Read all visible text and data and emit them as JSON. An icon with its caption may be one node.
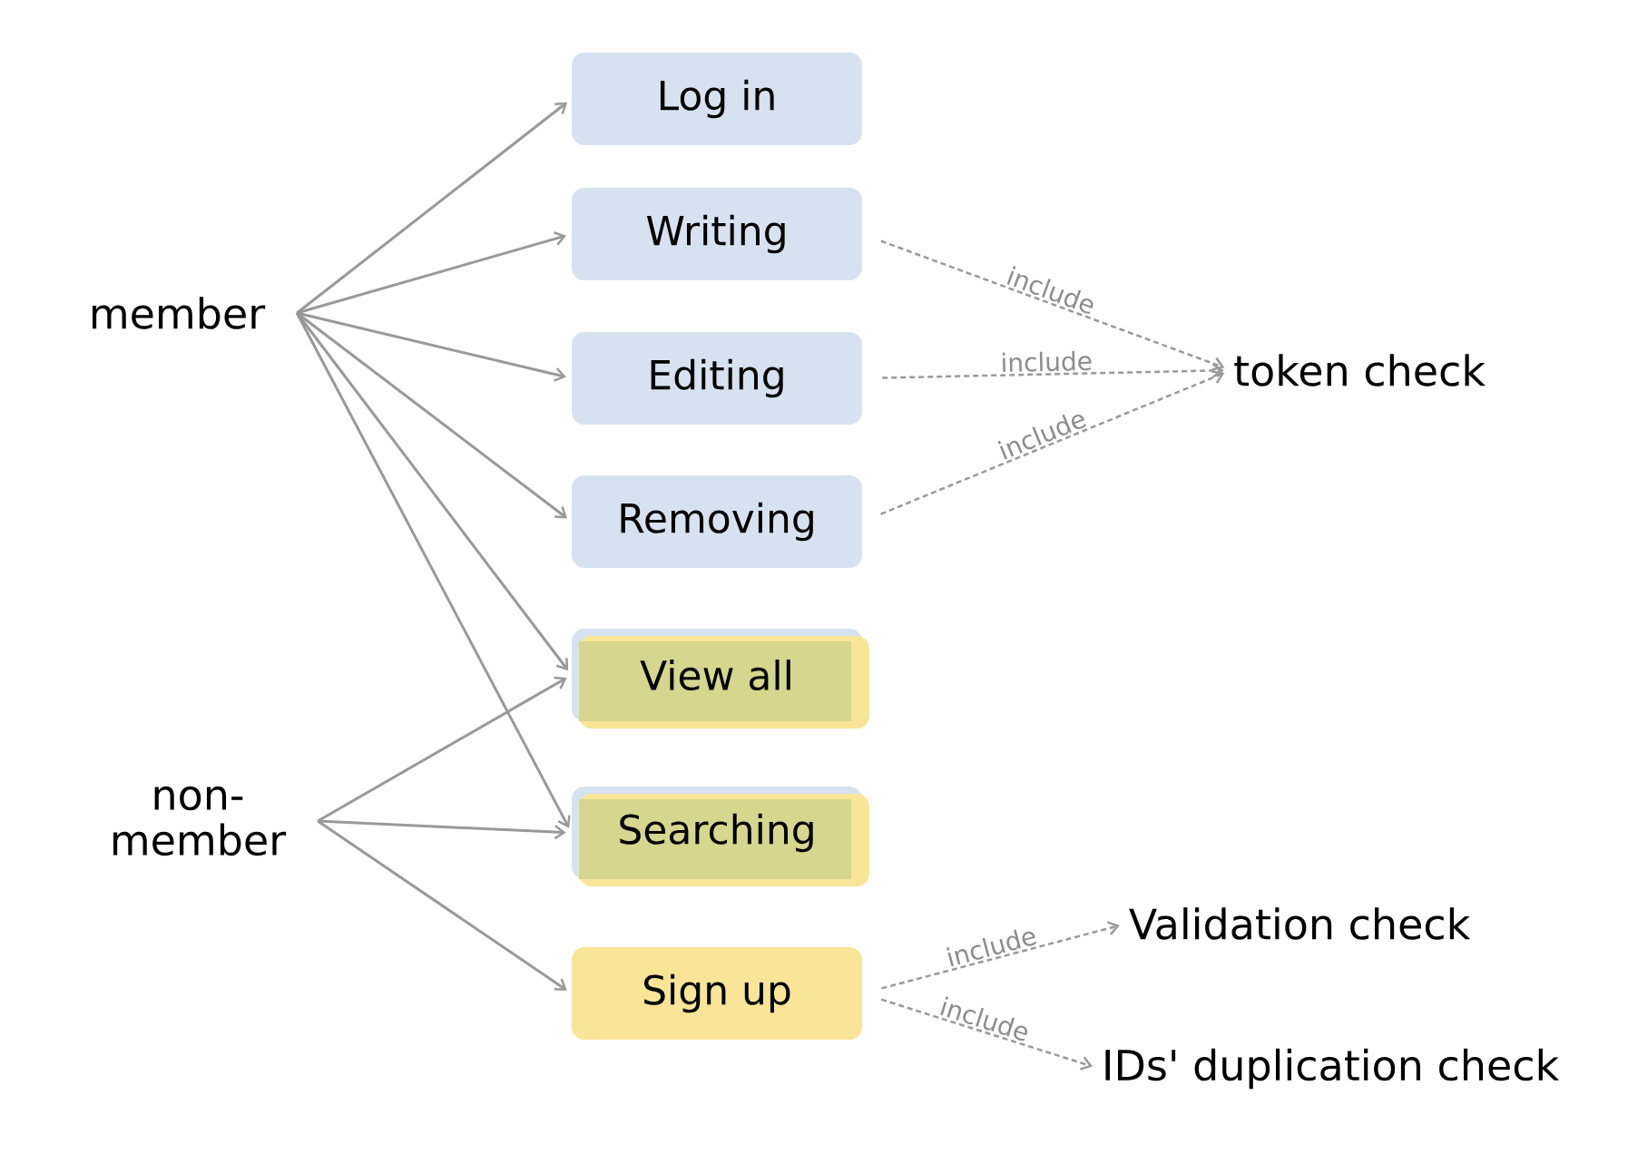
{
  "diagram": {
    "nodes": [
      {
        "text": [
          "member"
        ]
      },
      {
        "text": [
          "non- member"
        ]
      },
      {
        "text": [
          "Log in"
        ]
      },
      {
        "text": [
          "Writing"
        ]
      },
      {
        "text": [
          "Editing"
        ]
      },
      {
        "text": [
          "Removing"
        ]
      },
      {
        "text": [
          "View all"
        ]
      },
      {
        "text": [
          "Searching"
        ]
      },
      {
        "text": [
          "Sign up"
        ]
      },
      {
        "text": [
          "token check"
        ]
      },
      {
        "text": [
          "Validation check"
        ]
      },
      {
        "text": [
          "IDs' duplication check"
        ]
      }
    ],
    "edges": [
      {
        "from": 0,
        "to": 2,
        "arrow": "to"
      },
      {
        "from": 0,
        "to": 3,
        "arrow": "to"
      },
      {
        "from": 0,
        "to": 4,
        "arrow": "to"
      },
      {
        "from": 0,
        "to": 5,
        "arrow": "to"
      },
      {
        "from": 0,
        "to": 6,
        "arrow": "to"
      },
      {
        "from": 0,
        "to": 7,
        "arrow": "to"
      },
      {
        "from": 1,
        "to": 6,
        "arrow": "to"
      },
      {
        "from": 1,
        "to": 7,
        "arrow": "to"
      },
      {
        "from": 1,
        "to": 8,
        "arrow": "to"
      },
      {
        "from": 3,
        "to": 9,
        "arrow": "to",
        "label": "include",
        "style": "dashed"
      },
      {
        "from": 4,
        "to": 9,
        "arrow": "to",
        "label": "include",
        "style": "dashed"
      },
      {
        "from": 5,
        "to": 9,
        "arrow": "to",
        "label": "include",
        "style": "dashed"
      },
      {
        "from": 8,
        "to": 10,
        "arrow": "to",
        "label": "include",
        "style": "dashed"
      },
      {
        "from": 8,
        "to": 11,
        "arrow": "to",
        "label": "include",
        "style": "dashed"
      }
    ]
  }
}
